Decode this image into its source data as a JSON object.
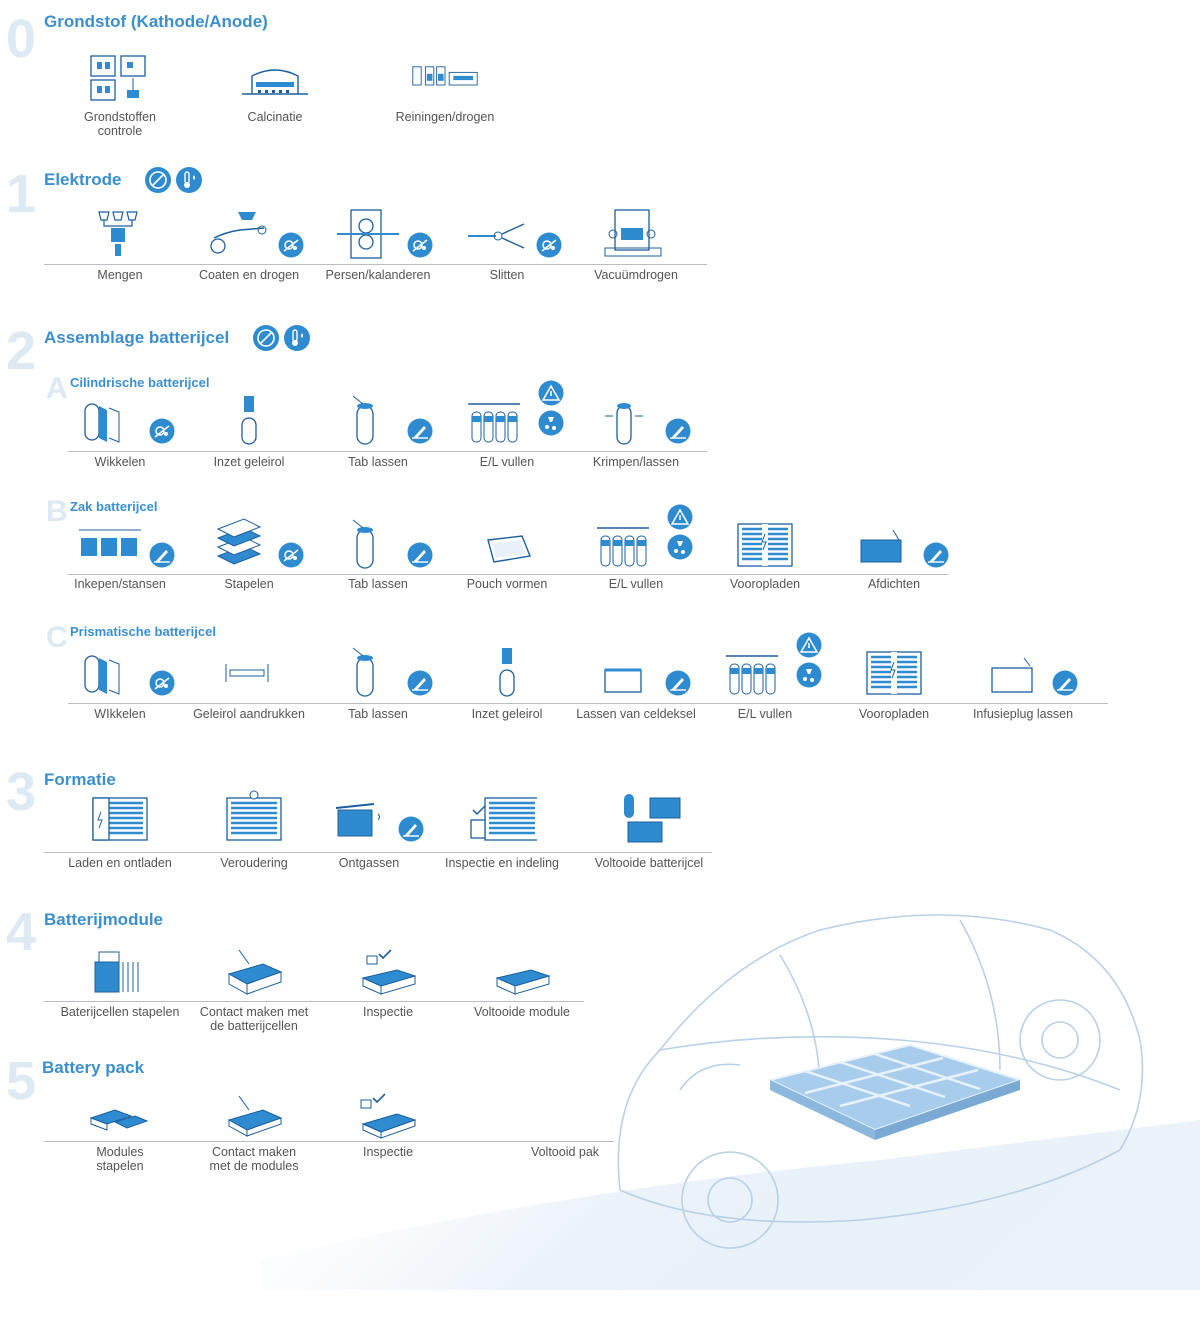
{
  "colors": {
    "accent": "#3c8fcf",
    "icon_blue": "#2f8bd0",
    "icon_line": "#1c5f9e",
    "faded_number": "#dde9f3",
    "rule": "#b9bec4",
    "text": "#555555"
  },
  "sections": [
    {
      "number": "0",
      "title": "Grondstof (Kathode/Anode)",
      "badges": [],
      "steps": [
        {
          "label": "Grondstoffen\ncontrole",
          "icon": "lab-control-icon",
          "badges": []
        },
        {
          "label": "Calcinatie",
          "icon": "kiln-icon",
          "badges": []
        },
        {
          "label": "Reiningen/drogen",
          "icon": "drying-plant-icon",
          "badges": []
        }
      ]
    },
    {
      "number": "1",
      "title": "Elektrode",
      "badges": [
        "cleanroom-icon",
        "humidity-temperature-icon"
      ],
      "steps": [
        {
          "label": "Mengen",
          "icon": "mixer-icon",
          "badges": []
        },
        {
          "label": "Coaten en drogen",
          "icon": "coater-icon",
          "badges": [
            "roller-icon"
          ]
        },
        {
          "label": "Persen/kalanderen",
          "icon": "calender-press-icon",
          "badges": [
            "roller-icon"
          ]
        },
        {
          "label": "Slitten",
          "icon": "slitter-icon",
          "badges": [
            "roller-icon"
          ]
        },
        {
          "label": "Vacuümdrogen",
          "icon": "vacuum-oven-icon",
          "badges": []
        }
      ]
    },
    {
      "number": "2",
      "title": "Assemblage batterijcel",
      "badges": [
        "cleanroom-icon",
        "humidity-temperature-icon"
      ],
      "subsections": [
        {
          "letter": "A",
          "title": "Cilindrische batterijcel",
          "steps": [
            {
              "label": "Wikkelen",
              "icon": "winding-icon",
              "badges": [
                "roller-icon"
              ]
            },
            {
              "label": "Inzet geleirol",
              "icon": "jellyroll-insert-icon",
              "badges": []
            },
            {
              "label": "Tab lassen",
              "icon": "tab-welding-icon",
              "badges": [
                "welding-icon"
              ]
            },
            {
              "label": "E/L vullen",
              "icon": "electrolyte-fill-icon",
              "badges": [
                "hazard-icon",
                "dosing-icon"
              ]
            },
            {
              "label": "Krimpen/lassen",
              "icon": "crimp-icon",
              "badges": [
                "welding-icon"
              ]
            }
          ]
        },
        {
          "letter": "B",
          "title": "Zak batterijcel",
          "steps": [
            {
              "label": "Inkepen/stansen",
              "icon": "notching-icon",
              "badges": [
                "welding-icon"
              ]
            },
            {
              "label": "Stapelen",
              "icon": "stacking-icon",
              "badges": [
                "roller-icon"
              ]
            },
            {
              "label": "Tab lassen",
              "icon": "tab-welding-icon",
              "badges": [
                "welding-icon"
              ]
            },
            {
              "label": "Pouch vormen",
              "icon": "pouch-icon",
              "badges": []
            },
            {
              "label": "E/L vullen",
              "icon": "electrolyte-fill-icon",
              "badges": [
                "hazard-icon",
                "dosing-icon"
              ]
            },
            {
              "label": "Vooropladen",
              "icon": "precharge-rack-icon",
              "badges": []
            },
            {
              "label": "Afdichten",
              "icon": "sealing-icon",
              "badges": [
                "welding-icon"
              ]
            }
          ]
        },
        {
          "letter": "C",
          "title": "Prismatische batterijcel",
          "steps": [
            {
              "label": "WIkkelen",
              "icon": "winding-icon",
              "badges": [
                "roller-icon"
              ]
            },
            {
              "label": "Geleirol aandrukken",
              "icon": "press-jellyroll-icon",
              "badges": []
            },
            {
              "label": "Tab lassen",
              "icon": "tab-welding-icon",
              "badges": [
                "welding-icon"
              ]
            },
            {
              "label": "Inzet geleirol",
              "icon": "jellyroll-insert-icon",
              "badges": []
            },
            {
              "label": "Lassen van celdeksel",
              "icon": "lid-welding-icon",
              "badges": [
                "welding-icon"
              ]
            },
            {
              "label": "E/L vullen",
              "icon": "electrolyte-fill-icon",
              "badges": [
                "hazard-icon",
                "dosing-icon"
              ]
            },
            {
              "label": "Vooropladen",
              "icon": "precharge-rack-icon",
              "badges": []
            },
            {
              "label": "Infusieplug lassen",
              "icon": "plug-welding-icon",
              "badges": [
                "welding-icon"
              ]
            }
          ]
        }
      ]
    },
    {
      "number": "3",
      "title": "Formatie",
      "badges": [],
      "steps": [
        {
          "label": "Laden en ontladen",
          "icon": "charge-rack-icon",
          "badges": []
        },
        {
          "label": "Veroudering",
          "icon": "aging-rack-icon",
          "badges": []
        },
        {
          "label": "Ontgassen",
          "icon": "degassing-icon",
          "badges": [
            "welding-icon"
          ]
        },
        {
          "label": "Inspectie en indeling",
          "icon": "inspection-rack-icon",
          "badges": []
        },
        {
          "label": "Voltooide batterijcel",
          "icon": "finished-cells-icon",
          "badges": []
        }
      ]
    },
    {
      "number": "4",
      "title": "Batterijmodule",
      "badges": [],
      "steps": [
        {
          "label": "Baterijcellen stapelen",
          "icon": "cell-stacking-icon",
          "badges": []
        },
        {
          "label": "Contact maken met\nde batterijcellen",
          "icon": "cell-contact-icon",
          "badges": []
        },
        {
          "label": "Inspectie",
          "icon": "module-inspection-icon",
          "badges": []
        },
        {
          "label": "Voltooide module",
          "icon": "finished-module-icon",
          "badges": []
        }
      ]
    },
    {
      "number": "5",
      "title": "Battery pack",
      "badges": [],
      "steps": [
        {
          "label": "Modules\nstapelen",
          "icon": "module-stacking-icon",
          "badges": []
        },
        {
          "label": "Contact maken\nmet de modules",
          "icon": "module-contact-icon",
          "badges": []
        },
        {
          "label": "Inspectie",
          "icon": "pack-inspection-icon",
          "badges": []
        },
        {
          "label": "Voltooid pak",
          "icon": "finished-pack-icon",
          "badges": []
        }
      ]
    }
  ]
}
